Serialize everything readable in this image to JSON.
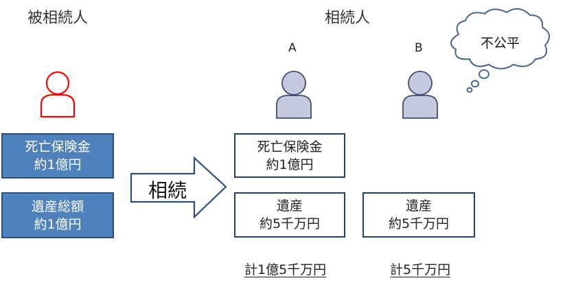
{
  "headings": {
    "decedent": "被相続人",
    "heirs": "相続人"
  },
  "heirs": [
    {
      "letter": "A"
    },
    {
      "letter": "B"
    }
  ],
  "thought_bubble": {
    "text": "不公平"
  },
  "decedent_boxes": [
    {
      "line1": "死亡保険金",
      "line2": "約1億円"
    },
    {
      "line1": "遺産総額",
      "line2": "約1億円"
    }
  ],
  "arrow": {
    "label": "相続"
  },
  "heir_a_boxes": [
    {
      "line1": "死亡保険金",
      "line2": "約1億円"
    },
    {
      "line1": "遺産",
      "line2": "約5千万円"
    }
  ],
  "heir_b_boxes": [
    {
      "line1": "遺産",
      "line2": "約5千万円"
    }
  ],
  "totals": {
    "a": "計1億5千万円",
    "b": "計5千万円"
  },
  "colors": {
    "decedent_icon": "#ff0000",
    "heir_icon_fill": "#c5cadf",
    "heir_icon_stroke": "#3d4a6e",
    "blue_box": "#4f81bd",
    "box_border": "#243f60"
  }
}
